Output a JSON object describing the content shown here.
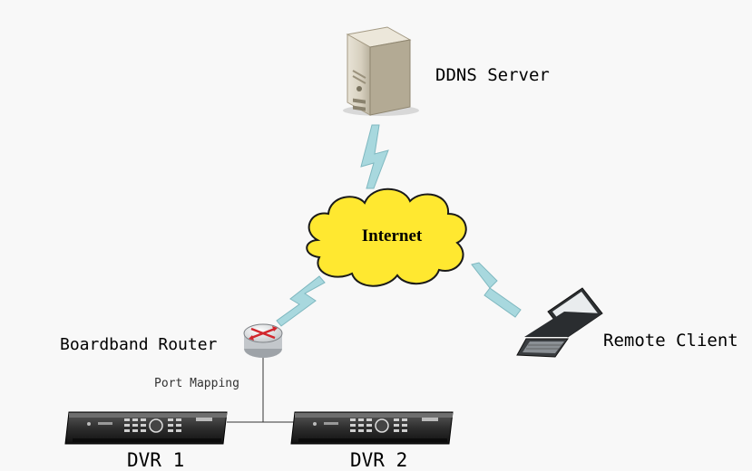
{
  "nodes": {
    "ddns_server": {
      "label": "DDNS Server",
      "icon": "server-tower-icon"
    },
    "internet": {
      "label": "Internet",
      "icon": "cloud-icon",
      "fill": "#ffe830"
    },
    "router": {
      "label": "Boardband Router",
      "icon": "router-icon"
    },
    "remote_client": {
      "label": "Remote Client",
      "icon": "laptop-icon"
    },
    "dvr1": {
      "label": "DVR 1",
      "icon": "dvr-recorder-icon"
    },
    "dvr2": {
      "label": "DVR 2",
      "icon": "dvr-recorder-icon"
    }
  },
  "connections": {
    "port_mapping_label": "Port Mapping",
    "wireless_link_color": "#a8d8de"
  }
}
